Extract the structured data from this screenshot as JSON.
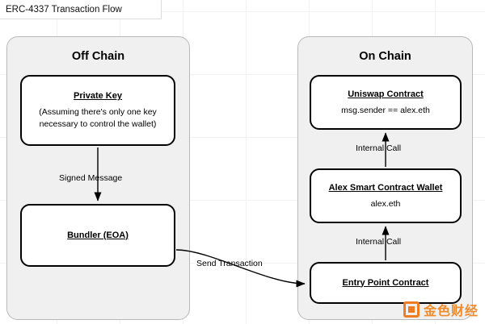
{
  "window": {
    "tab_title": "ERC-4337 Transaction Flow"
  },
  "containers": {
    "off_chain": {
      "title": "Off Chain"
    },
    "on_chain": {
      "title": "On Chain"
    }
  },
  "nodes": {
    "private_key": {
      "title": "Private Key",
      "sub_line1": "(Assuming there's only one key",
      "sub_line2": "necessary to control the wallet)"
    },
    "bundler": {
      "title": "Bundler (EOA)"
    },
    "uniswap_contract": {
      "title": "Uniswap Contract",
      "sub": "msg.sender == alex.eth"
    },
    "alex_wallet": {
      "title": "Alex Smart Contract Wallet",
      "sub": "alex.eth"
    },
    "entry_point": {
      "title": "Entry Point Contract"
    }
  },
  "edges": {
    "signed_message": "Signed Message",
    "send_transaction": "Send Transaction",
    "internal_call_upper": "Internal Call",
    "internal_call_lower": "Internal Call"
  },
  "watermark": {
    "text": "金色财经"
  },
  "colors": {
    "container_fill": "#f0f0f0",
    "container_border": "#b8b8b8",
    "node_border": "#000000",
    "node_fill": "#ffffff",
    "watermark_orange": "#ef7b22"
  }
}
